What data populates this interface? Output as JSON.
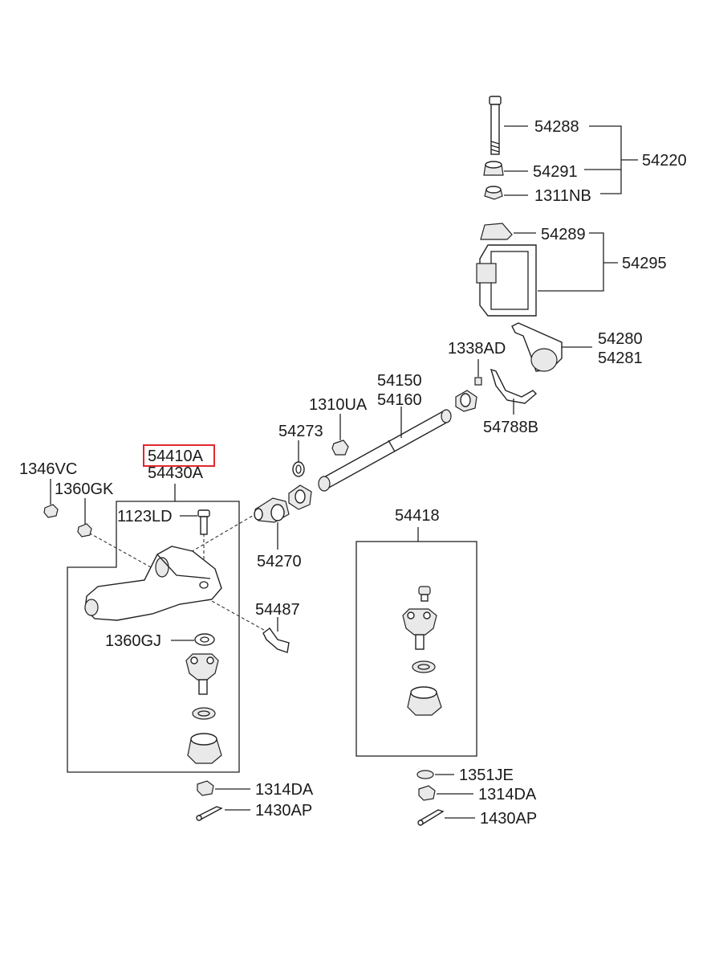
{
  "labels": {
    "l54288": "54288",
    "l54291": "54291",
    "l1311NB": "1311NB",
    "l54220": "54220",
    "l54289": "54289",
    "l54295": "54295",
    "l54280": "54280",
    "l54281": "54281",
    "l1338AD": "1338AD",
    "l54150": "54150",
    "l54160": "54160",
    "l1310UA": "1310UA",
    "l54788B": "54788B",
    "l54273": "54273",
    "l54410A": "54410A",
    "l54430A": "54430A",
    "l1346VC": "1346VC",
    "l1360GK": "1360GK",
    "l1123LD": "1123LD",
    "l54270": "54270",
    "l54418": "54418",
    "l54487": "54487",
    "l1360GJ": "1360GJ",
    "l1314DA_left": "1314DA",
    "l1430AP_left": "1430AP",
    "l1351JE": "1351JE",
    "l1314DA_right": "1314DA",
    "l1430AP_right": "1430AP"
  },
  "highlighted_part": "54410A",
  "colors": {
    "highlight": "#e0282e",
    "line": "#222222",
    "text": "#1a1a1a",
    "background": "#ffffff"
  }
}
